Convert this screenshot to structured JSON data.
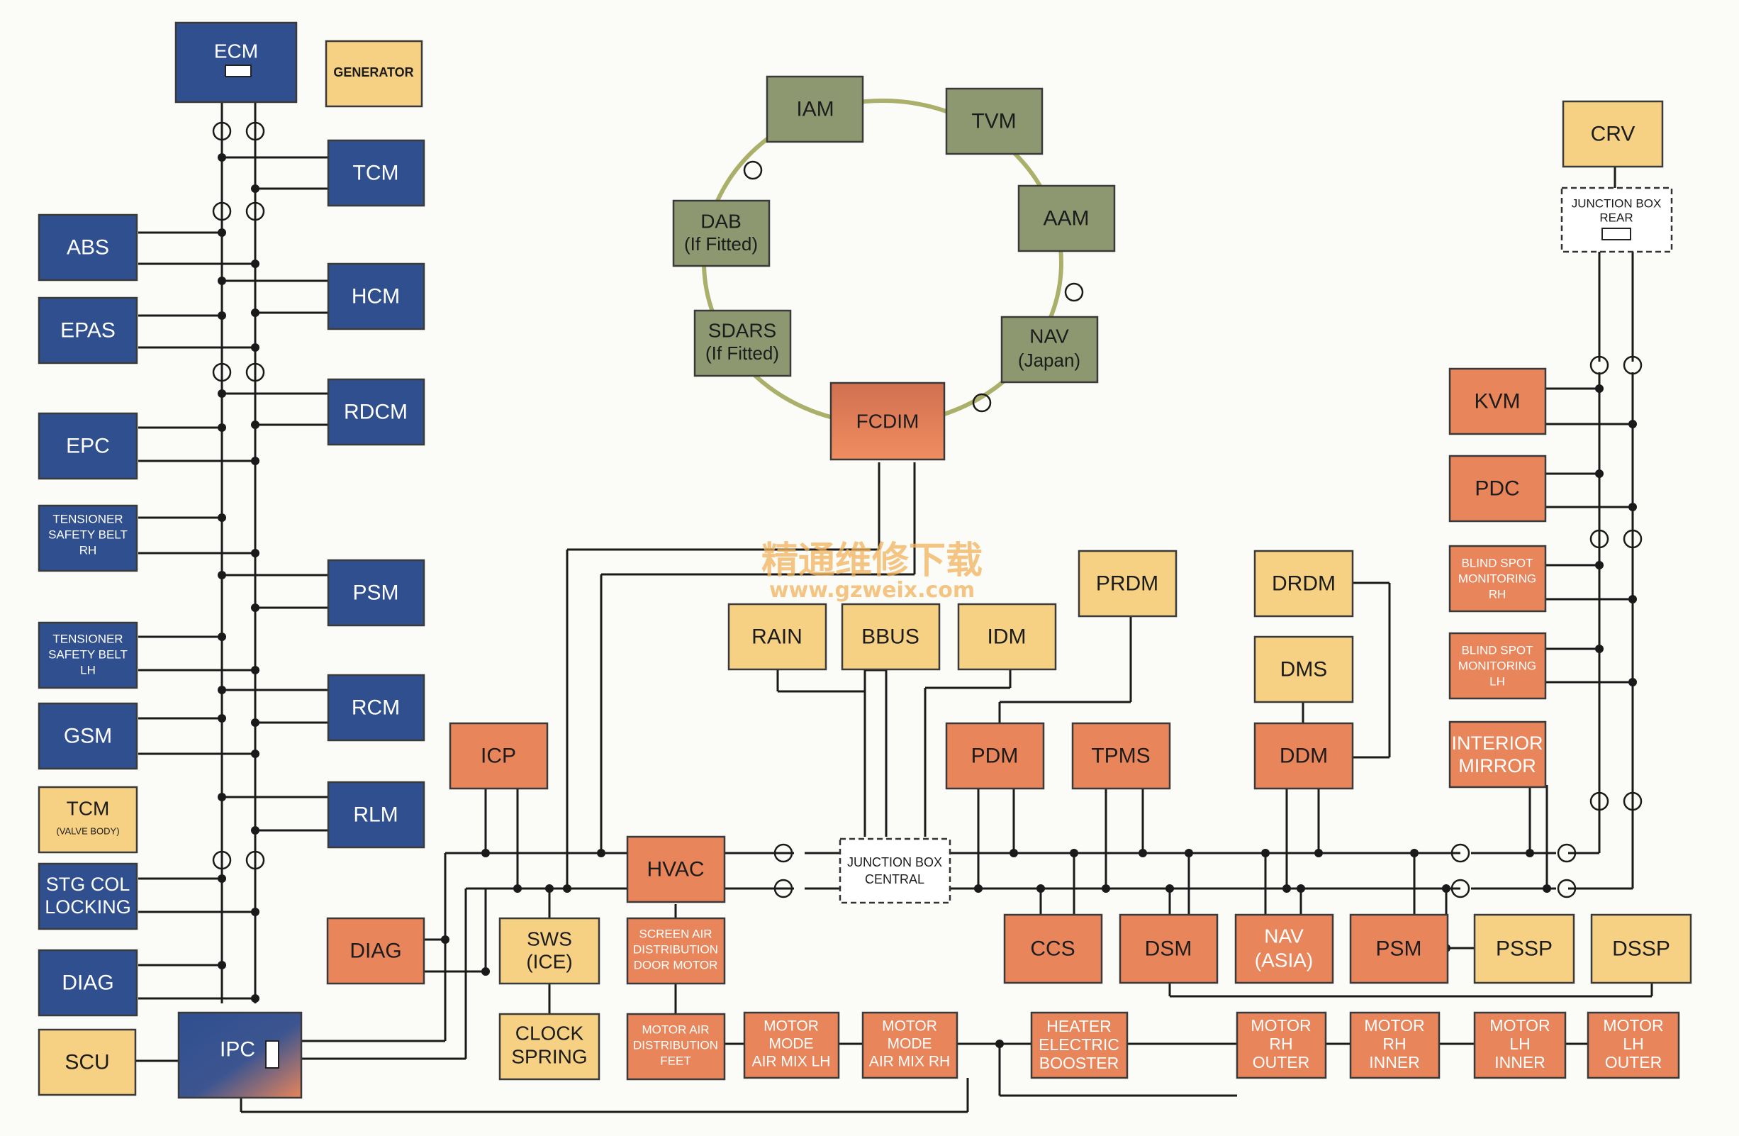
{
  "modules": {
    "ecm": "ECM",
    "generator": "GENERATOR",
    "tcm": "TCM",
    "abs": "ABS",
    "hcm": "HCM",
    "epas": "EPAS",
    "rdcm": "RDCM",
    "epc": "EPC",
    "tensioner_rh": [
      "TENSIONER",
      "SAFETY BELT",
      "RH"
    ],
    "psm_left": "PSM",
    "tensioner_lh": [
      "TENSIONER",
      "SAFETY BELT",
      "LH"
    ],
    "rcm": "RCM",
    "gsm": "GSM",
    "tcm_valve": [
      "TCM",
      "(VALVE BODY)"
    ],
    "rlm": "RLM",
    "stg_col": [
      "STG COL",
      "LOCKING"
    ],
    "diag_left": "DIAG",
    "scu": "SCU",
    "ipc": "IPC",
    "iam": "IAM",
    "tvm": "TVM",
    "dab": [
      "DAB",
      "(If Fitted)"
    ],
    "aam": "AAM",
    "sdars": [
      "SDARS",
      "(If Fitted)"
    ],
    "nav_japan": [
      "NAV",
      "(Japan)"
    ],
    "fcdim": "FCDIM",
    "crv": "CRV",
    "jb_rear": [
      "JUNCTION BOX",
      "REAR"
    ],
    "kvm": "KVM",
    "pdc": "PDC",
    "blind_rh": [
      "BLIND SPOT",
      "MONITORING",
      "RH"
    ],
    "blind_lh": [
      "BLIND SPOT",
      "MONITORING",
      "LH"
    ],
    "interior_mirror": [
      "INTERIOR",
      "MIRROR"
    ],
    "rain": "RAIN",
    "bbus": "BBUS",
    "idm": "IDM",
    "prdm": "PRDM",
    "drdm": "DRDM",
    "dms": "DMS",
    "icp": "ICP",
    "pdm": "PDM",
    "tpms": "TPMS",
    "ddm": "DDM",
    "hvac": "HVAC",
    "jb_central": [
      "JUNCTION BOX",
      "CENTRAL"
    ],
    "diag_mid": "DIAG",
    "sws": [
      "SWS",
      "(ICE)"
    ],
    "screen_air": [
      "SCREEN AIR",
      "DISTRIBUTION",
      "DOOR MOTOR"
    ],
    "ccs": "CCS",
    "dsm": "DSM",
    "nav_asia": [
      "NAV",
      "(ASIA)"
    ],
    "psm_right": "PSM",
    "pssp": "PSSP",
    "dssp": "DSSP",
    "clock_spring": [
      "CLOCK",
      "SPRING"
    ],
    "motor_air_feet": [
      "MOTOR AIR",
      "DISTRIBUTION",
      "FEET"
    ],
    "motor_mode_lh": [
      "MOTOR",
      "MODE",
      "AIR MIX LH"
    ],
    "motor_mode_rh": [
      "MOTOR",
      "MODE",
      "AIR MIX RH"
    ],
    "heater_booster": [
      "HEATER",
      "ELECTRIC",
      "BOOSTER"
    ],
    "motor_rh_outer": [
      "MOTOR",
      "RH",
      "OUTER"
    ],
    "motor_rh_inner": [
      "MOTOR",
      "RH",
      "INNER"
    ],
    "motor_lh_inner": [
      "MOTOR",
      "LH",
      "INNER"
    ],
    "motor_lh_outer": [
      "MOTOR",
      "LH",
      "OUTER"
    ]
  },
  "watermark": {
    "line1": "精通维修下载",
    "line2": "www.gzweix.com"
  },
  "colors": {
    "navy": "#2f4f8f",
    "olive": "#8d9870",
    "orange": "#e8855a",
    "yellow": "#f6d083",
    "ring": "#aab06a"
  }
}
